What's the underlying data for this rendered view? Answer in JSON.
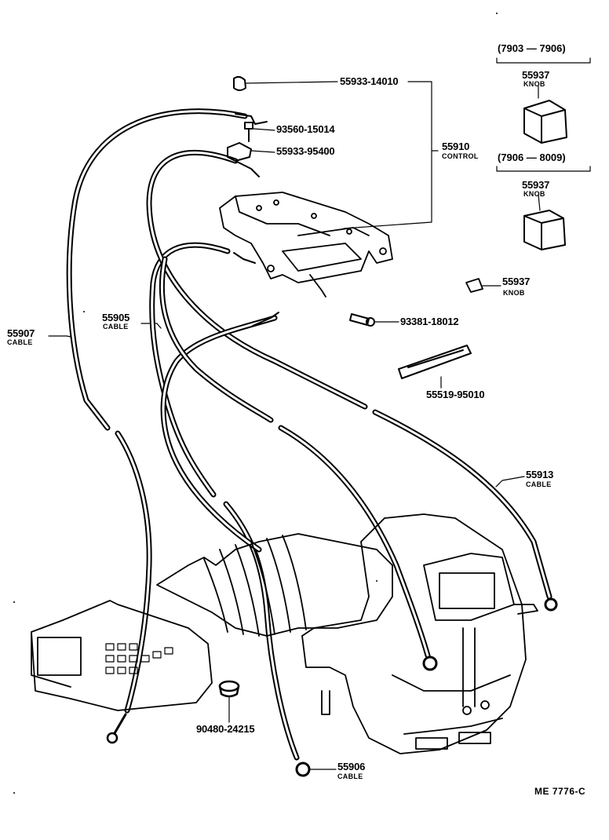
{
  "diagram": {
    "labels": {
      "p55933_14010": "55933-14010",
      "p93560_15014": "93560-15014",
      "p55933_95400": "55933-95400",
      "p55910": "55910",
      "p55910_sub": "CONTROL",
      "range1": "(7903 — 7906)",
      "p55937_a": "55937",
      "p55937_a_sub": "KNOB",
      "range2": "(7906 — 8009)",
      "p55937_b": "55937",
      "p55937_b_sub": "KNOB",
      "p55937_c": "55937",
      "p55937_c_sub": "KNOB",
      "p93381_18012": "93381-18012",
      "p55519_95010": "55519-95010",
      "p55905": "55905",
      "p55905_sub": "CABLE",
      "p55907": "55907",
      "p55907_sub": "CABLE",
      "p55913": "55913",
      "p55913_sub": "CABLE",
      "p90480_24215": "90480-24215",
      "p55906": "55906",
      "p55906_sub": "CABLE",
      "drawing_code": "ME 7776-C"
    }
  }
}
